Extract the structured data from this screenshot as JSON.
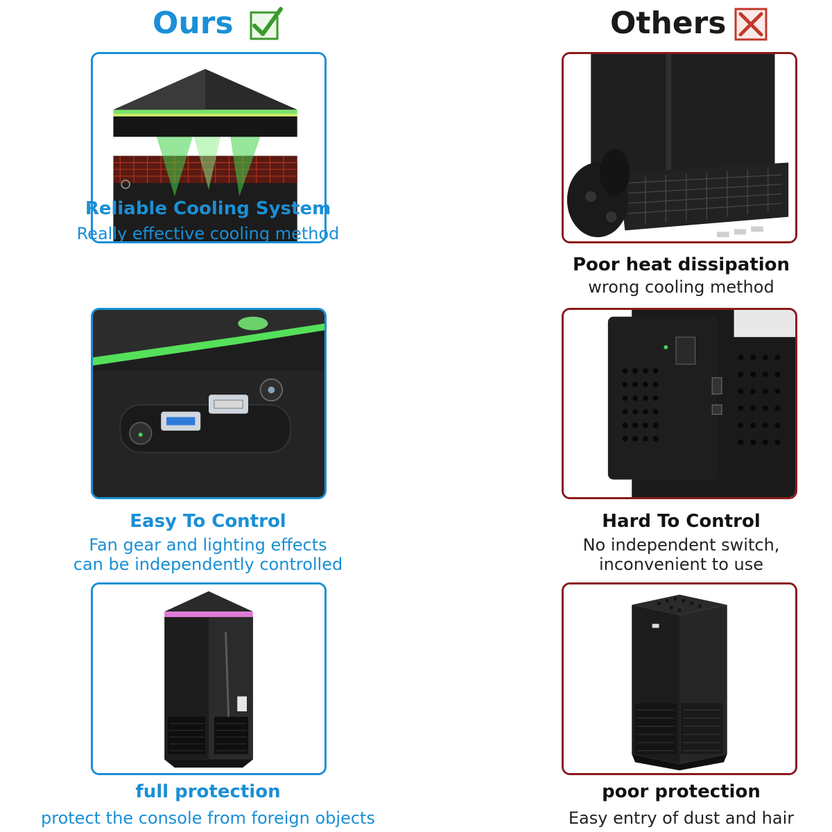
{
  "ours": {
    "heading": "Ours",
    "mark_icon": "green-check-icon",
    "accent": "#1a8fd6",
    "items": [
      {
        "title": "Reliable Cooling System",
        "lines": [
          "Really effective cooling method"
        ]
      },
      {
        "title": "Easy To Control",
        "lines": [
          "Fan gear and lighting effects",
          "can be independently controlled"
        ]
      },
      {
        "title": "full protection",
        "lines": [
          "protect the console from foreign objects"
        ]
      }
    ]
  },
  "others": {
    "heading": "Others",
    "mark_icon": "red-x-icon",
    "accent": "#8b1a1a",
    "items": [
      {
        "title": "Poor heat dissipation",
        "lines": [
          "wrong cooling method"
        ]
      },
      {
        "title": "Hard To Control",
        "lines": [
          "No independent switch,",
          "inconvenient to use"
        ]
      },
      {
        "title": "poor protection",
        "lines": [
          "Easy entry of dust and hair"
        ]
      }
    ]
  }
}
